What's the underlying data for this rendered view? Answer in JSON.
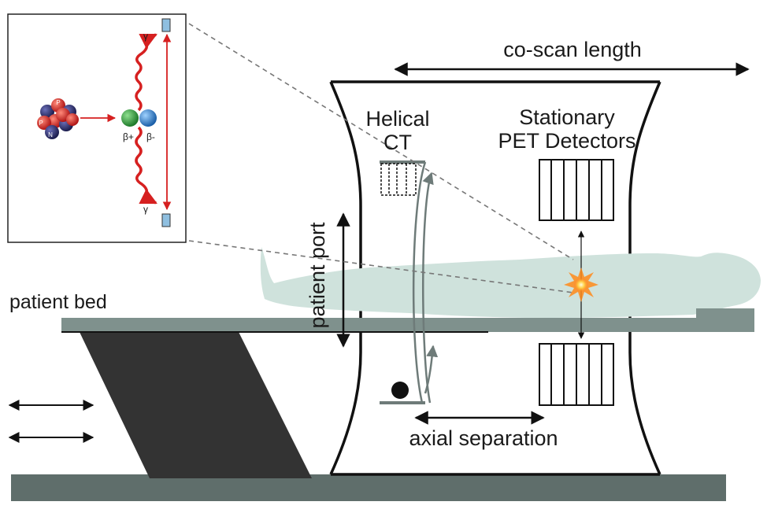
{
  "labels": {
    "co_scan_length": "co-scan length",
    "helical_ct_line1": "Helical",
    "helical_ct_line2": "CT",
    "pet_line1": "Stationary",
    "pet_line2": "PET Detectors",
    "patient_port": "patient port",
    "patient_bed": "patient bed",
    "axial_separation": "axial separation"
  },
  "inset": {
    "gamma_top": "γ",
    "gamma_bottom": "γ",
    "beta_plus": "β+",
    "beta_minus": "β-",
    "proton_label_1": "P",
    "proton_label_2": "P",
    "neutron_label": "N"
  },
  "colors": {
    "gantry_stroke": "#111111",
    "floor": "#5f6e6b",
    "bed": "#7f918d",
    "bed_stand": "#333333",
    "patient": "#cfe2dc",
    "gamma_path": "#d62020",
    "ct_gray": "#6e7b79",
    "detector_blue": "#8fbfe0"
  }
}
